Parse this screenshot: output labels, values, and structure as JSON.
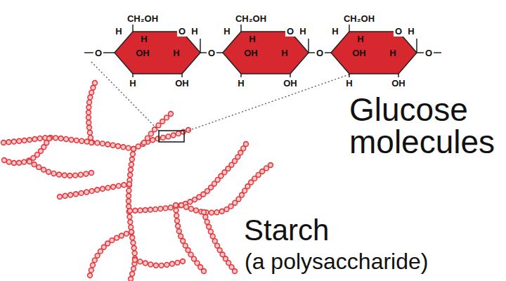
{
  "diagram": {
    "nodes": [
      {
        "text": [
          "CH₂OH",
          "H",
          "H",
          "O",
          "H",
          "OH",
          "H",
          "H",
          "OH"
        ]
      },
      {
        "text": [
          "CH₂OH",
          "H",
          "H",
          "O",
          "H",
          "OH",
          "H",
          "H",
          "OH"
        ]
      },
      {
        "text": [
          "CH₂OH",
          "H",
          "H",
          "O",
          "H",
          "OH",
          "H",
          "H",
          "OH"
        ]
      }
    ],
    "edges": [
      {
        "from": 0,
        "to": 1,
        "label": "O",
        "arrow": "none"
      },
      {
        "from": 1,
        "to": 2,
        "label": "O",
        "arrow": "none"
      }
    ],
    "labels": [
      "O",
      "O",
      "Glucose molecules",
      "Starch",
      "(a polysaccharide)"
    ]
  }
}
